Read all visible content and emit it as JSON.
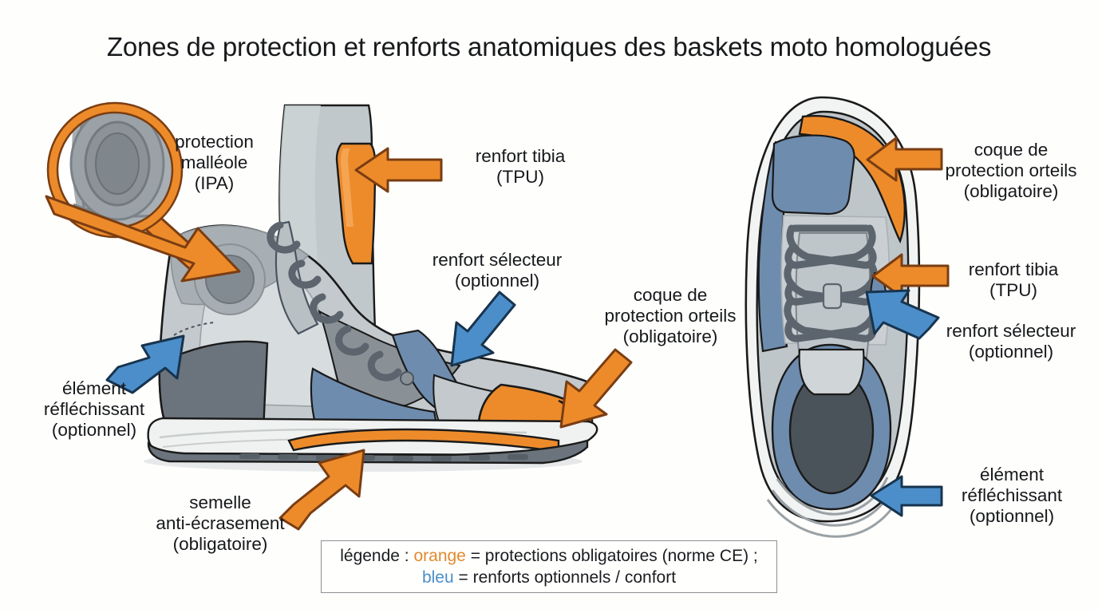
{
  "page": {
    "title": "Zones de protection et renforts anatomiques des baskets moto homologuées",
    "background_color": "#fefefc"
  },
  "colors": {
    "orange": "#ED8B2B",
    "orange_stroke": "#7a3d12",
    "blue": "#4C8EC9",
    "blue_stroke": "#17344f",
    "panel_blue": "#6E8CAE",
    "dark_grey": "#6B737C",
    "mid_grey": "#9CA3A8",
    "light_grey": "#C3C9CC",
    "pale_grey": "#D7DCDE",
    "sole_white": "#F0F2F2",
    "outline": "#1a1a1a",
    "text": "#16181b"
  },
  "labels": {
    "ankle": {
      "id": "protection-malleole",
      "lines": "protection\nmalléole\n(IPA)",
      "kind": "mandatory",
      "arrow_color": "#ED8B2B"
    },
    "tibia_side": {
      "id": "renfort-tibia-side",
      "lines": "renfort tibia\n(TPU)",
      "kind": "mandatory",
      "arrow_color": "#ED8B2B"
    },
    "selector_side": {
      "id": "renfort-selecteur-side",
      "lines": "renfort sélecteur\n(optionnel)",
      "kind": "optional",
      "arrow_color": "#4C8EC9"
    },
    "toecap_side": {
      "id": "coque-protection-orteils-side",
      "lines": "coque de\nprotection orteils\n(obligatoire)",
      "kind": "mandatory",
      "arrow_color": "#ED8B2B"
    },
    "reflective_side": {
      "id": "element-reflechissant-side",
      "lines": "élément\nréfléchissant\n(optionnel)",
      "kind": "optional",
      "arrow_color": "#4C8EC9"
    },
    "sole_side": {
      "id": "semelle-anti-ecrasement",
      "lines": "semelle\nanti-écrasement\n(obligatoire)",
      "kind": "mandatory",
      "arrow_color": "#ED8B2B"
    },
    "toecap_top": {
      "id": "coque-protection-orteils-top",
      "lines": "coque de\nprotection orteils\n(obligatoire)",
      "kind": "mandatory",
      "arrow_color": "#ED8B2B"
    },
    "tibia_top": {
      "id": "renfort-tibia-top",
      "lines": "renfort tibia\n(TPU)",
      "kind": "mandatory",
      "arrow_color": "#ED8B2B"
    },
    "selector_top": {
      "id": "renfort-selecteur-top",
      "lines": "renfort sélecteur\n(optionnel)",
      "kind": "optional",
      "arrow_color": "#4C8EC9"
    },
    "reflective_top": {
      "id": "element-reflechissant-top",
      "lines": "élément\nréfléchissant\n(optionnel)",
      "kind": "optional",
      "arrow_color": "#4C8EC9"
    }
  },
  "legend": {
    "line1_prefix": "légende : ",
    "line1_keyword": "orange",
    "line1_suffix": " = protections obligatoires (norme CE) ;",
    "line2_keyword": "bleu",
    "line2_suffix": " = renforts optionnels / confort"
  },
  "views": {
    "side": {
      "name": "vue-laterale-basket-moto"
    },
    "top": {
      "name": "vue-dessus-basket-moto"
    },
    "magnifier": {
      "name": "loupe-zone-malleole"
    }
  }
}
